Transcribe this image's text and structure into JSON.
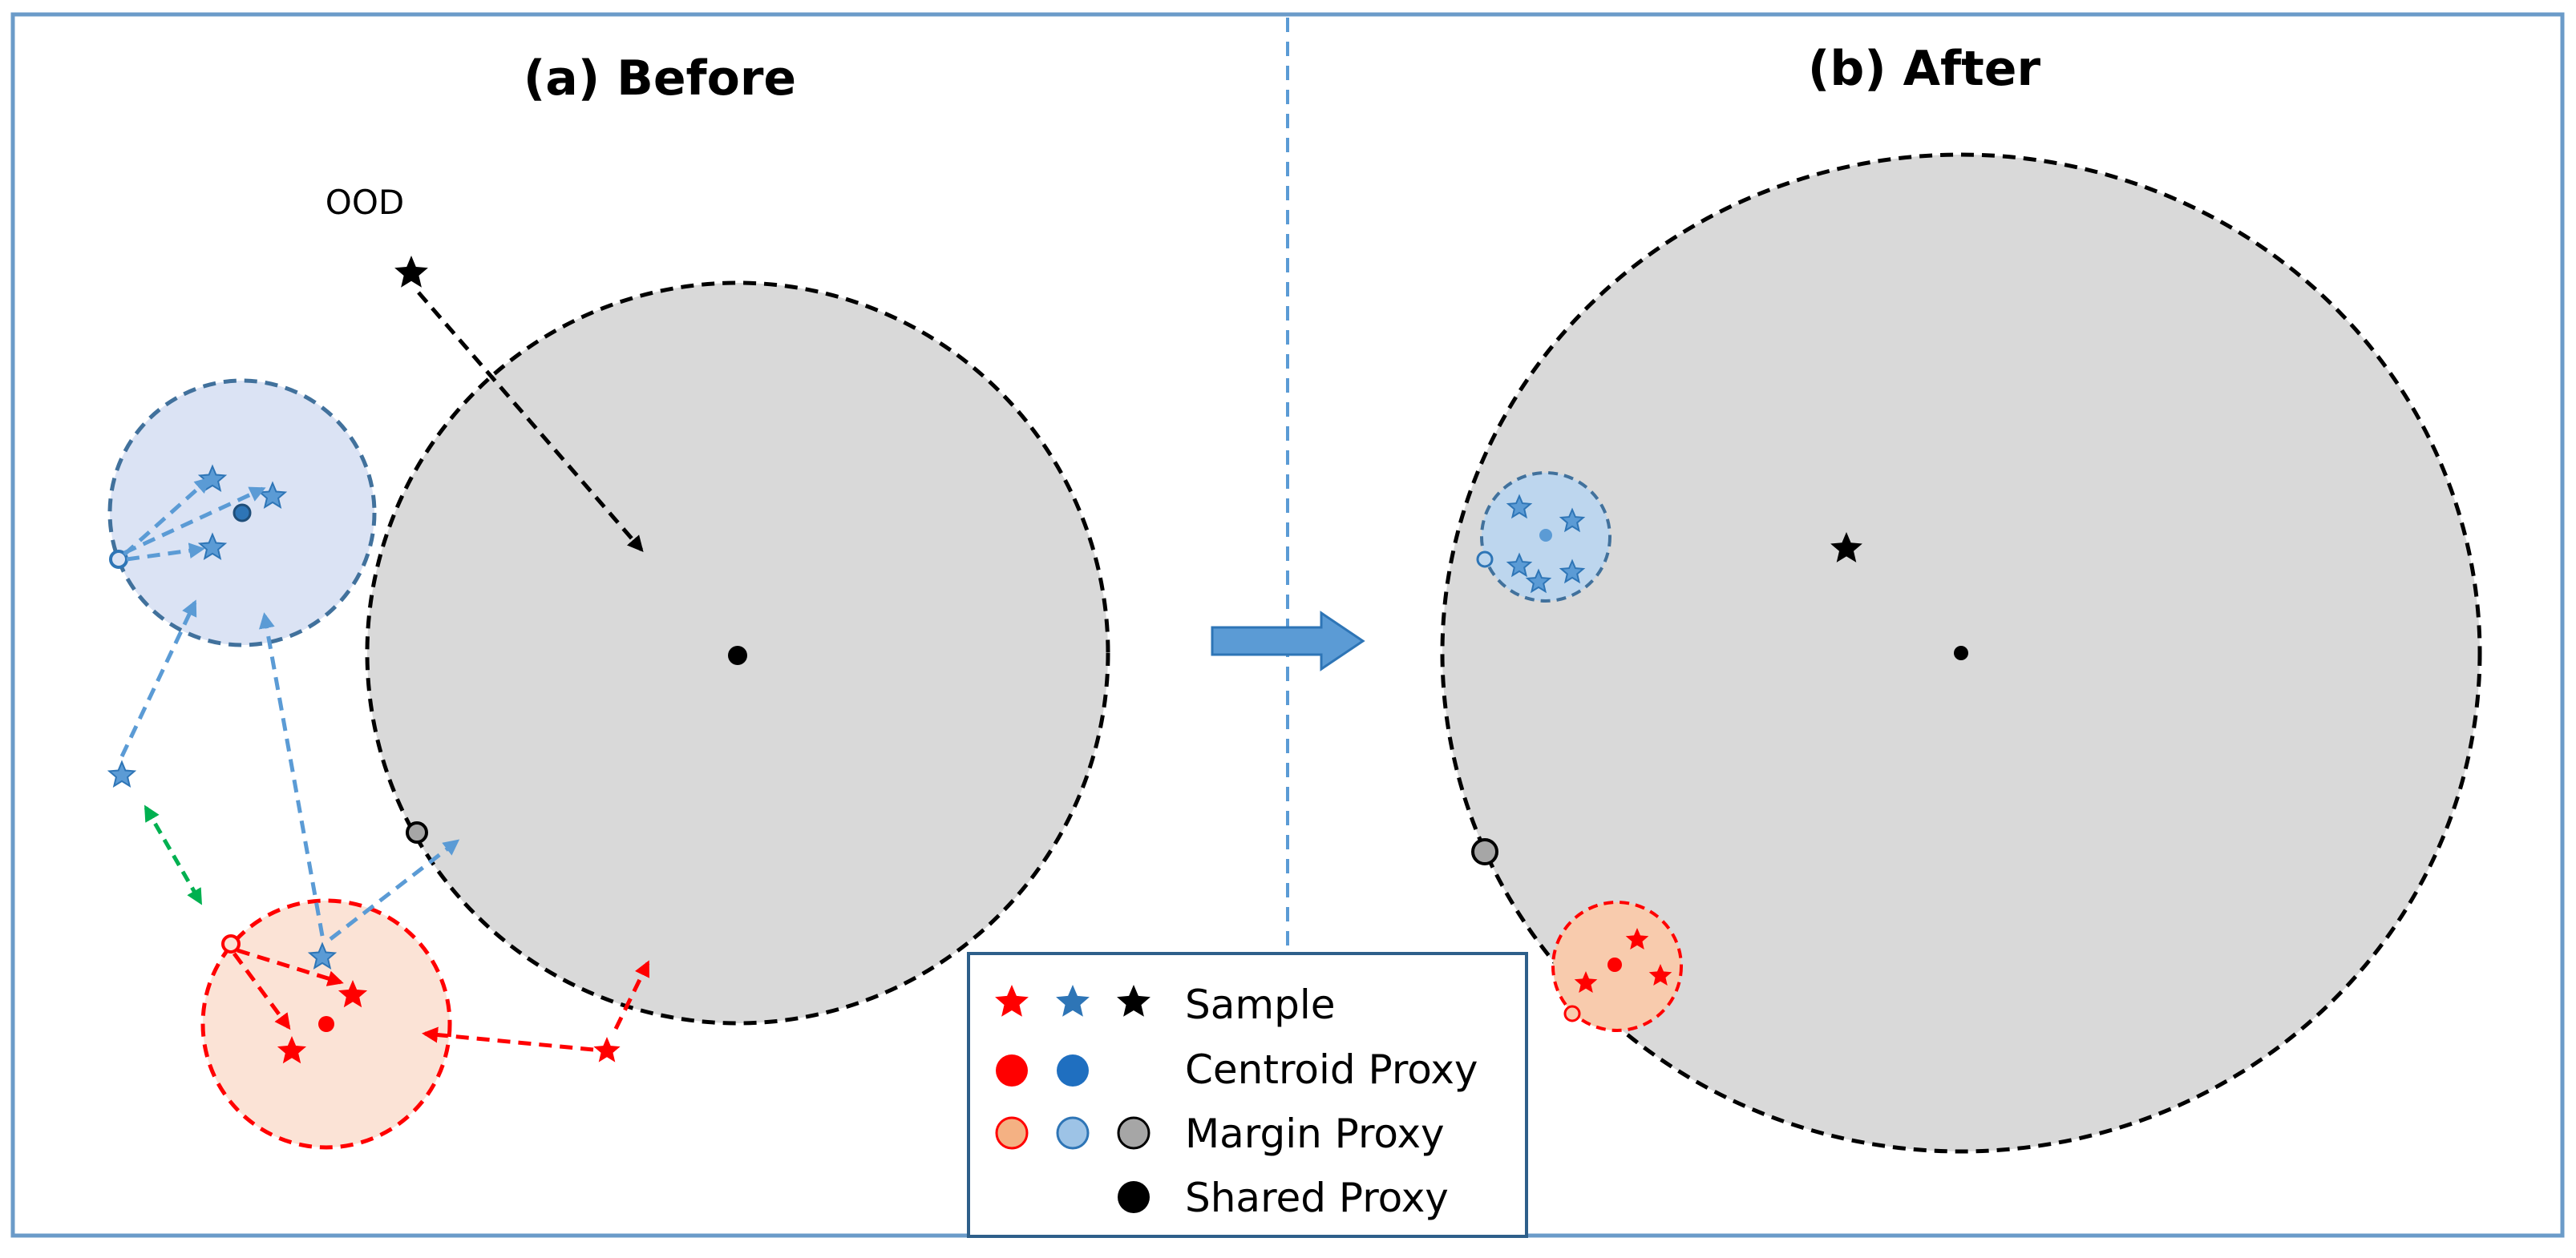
{
  "panels": {
    "before": {
      "title": "(a) Before"
    },
    "after": {
      "title": "(b) After"
    }
  },
  "annotations": {
    "ood": "OOD"
  },
  "legend": {
    "sample": "Sample",
    "centroid_proxy": "Centroid Proxy",
    "margin_proxy": "Margin Proxy",
    "shared_proxy": "Shared Proxy"
  },
  "colors": {
    "frame": "#6b9bc9",
    "shared_region": "#d9d9d9",
    "blue_region_before": "#dbe3f4",
    "blue_region_after": "#bdd6ee",
    "red_region_before": "#fbe3d6",
    "red_region_after": "#f8cbad",
    "red": "#ff0000",
    "blue": "#2e75b6",
    "blue_light": "#5b9bd5",
    "green": "#00b050",
    "black": "#000000",
    "gray_proxy": "#a6a6a6"
  },
  "icons": {
    "sample": "star-icon",
    "transition": "right-arrow-icon"
  }
}
